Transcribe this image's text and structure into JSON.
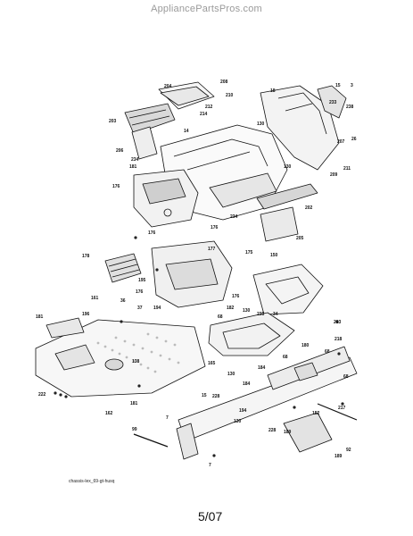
{
  "watermark": "AppliancePartsPros.com",
  "caption": "chassis-lex_69-gt-husq",
  "date": "5/07",
  "part_labels": [
    "204",
    "208",
    "210",
    "18",
    "15",
    "3",
    "212",
    "214",
    "233",
    "238",
    "26",
    "203",
    "14",
    "130",
    "207",
    "206",
    "234",
    "181",
    "130",
    "211",
    "209",
    "176",
    "234",
    "202",
    "176",
    "176",
    "177",
    "175",
    "205",
    "178",
    "150",
    "161",
    "36",
    "176",
    "195",
    "176",
    "181",
    "196",
    "37",
    "194",
    "182",
    "130",
    "34",
    "213",
    "235",
    "138",
    "180",
    "218",
    "184",
    "222",
    "165",
    "130",
    "184",
    "228",
    "152",
    "99",
    "162",
    "181",
    "7",
    "194",
    "130",
    "217",
    "228",
    "189",
    "92",
    "189",
    "7",
    "68",
    "68",
    "68",
    "68",
    "15"
  ]
}
